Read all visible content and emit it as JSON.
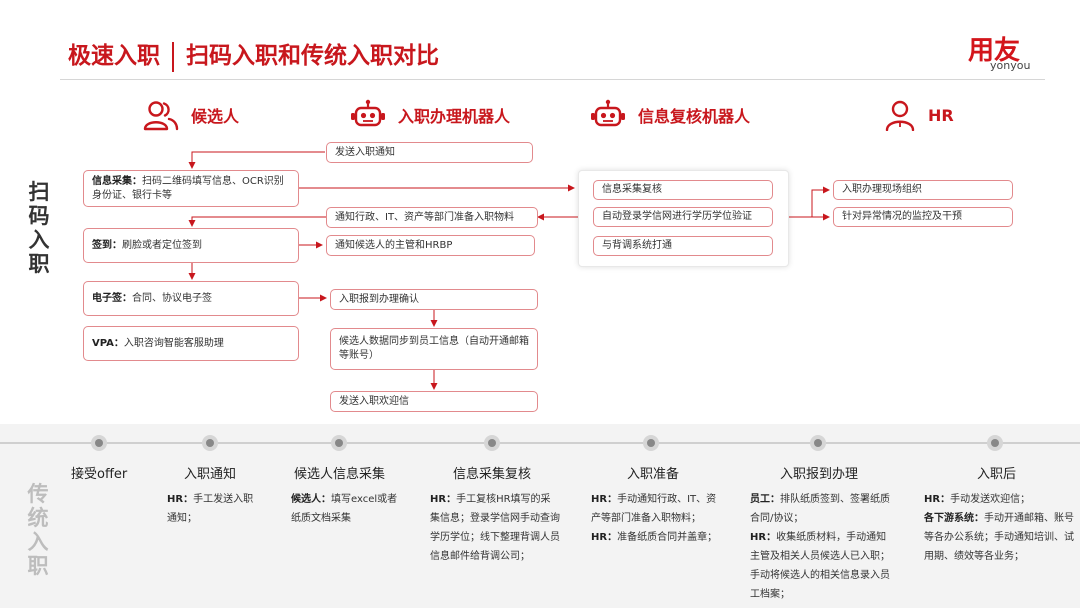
{
  "title": {
    "part1": "极速入职",
    "part2": "扫码入职和传统入职对比"
  },
  "logo": {
    "main": "用友",
    "sub": "yonyou"
  },
  "roles": [
    {
      "label": "候选人",
      "icon": "people-icon"
    },
    {
      "label": "入职办理机器人",
      "icon": "robot-icon"
    },
    {
      "label": "信息复核机器人",
      "icon": "robot-icon"
    },
    {
      "label": "HR",
      "icon": "person-icon"
    }
  ],
  "side_labels": {
    "scan": "扫码入职",
    "traditional": "传统入职"
  },
  "candidate_boxes": [
    {
      "bold": "信息采集：",
      "text": "扫码二维码填写信息、OCR识别身份证、银行卡等"
    },
    {
      "bold": "签到：",
      "text": "刷脸或者定位签到"
    },
    {
      "bold": "电子签：",
      "text": "合同、协议电子签"
    },
    {
      "bold": "VPA：",
      "text": "入职咨询智能客服助理"
    }
  ],
  "robot_boxes": [
    "发送入职通知",
    "通知行政、IT、资产等部门准备入职物料",
    "通知候选人的主管和HRBP",
    "入职报到办理确认",
    "候选人数据同步到员工信息（自动开通邮箱等账号）",
    "发送入职欢迎信"
  ],
  "review_boxes": [
    "信息采集复核",
    "自动登录学信网进行学历学位验证",
    "与背调系统打通"
  ],
  "hr_boxes": [
    "入职办理现场组织",
    "针对异常情况的监控及干预"
  ],
  "timeline": [
    {
      "title": "接受offer",
      "lines": []
    },
    {
      "title": "入职通知",
      "lines": [
        {
          "bold": "HR：",
          "text": "手工发送入职通知；"
        }
      ]
    },
    {
      "title": "候选人信息采集",
      "lines": [
        {
          "bold": "候选人：",
          "text": "填写excel或者纸质文档采集"
        }
      ]
    },
    {
      "title": "信息采集复核",
      "lines": [
        {
          "bold": "HR：",
          "text": "手工复核HR填写的采集信息；登录学信网手动查询学历学位；线下整理背调人员信息邮件给背调公司；"
        }
      ]
    },
    {
      "title": "入职准备",
      "lines": [
        {
          "bold": "HR：",
          "text": "手动通知行政、IT、资产等部门准备入职物料；"
        },
        {
          "bold": "HR：",
          "text": "准备纸质合同并盖章；"
        }
      ]
    },
    {
      "title": "入职报到办理",
      "lines": [
        {
          "bold": "员工：",
          "text": "排队纸质签到、签署纸质合同/协议；"
        },
        {
          "bold": "HR：",
          "text": "收集纸质材料，手动通知主管及相关人员候选人已入职；手动将候选人的相关信息录入员工档案；"
        }
      ]
    },
    {
      "title": "入职后",
      "lines": [
        {
          "bold": "HR：",
          "text": "手动发送欢迎信；"
        },
        {
          "bold": "各下游系统：",
          "text": "手动开通邮箱、账号等各办公系统；手动通知培训、试用期、绩效等各业务；"
        }
      ]
    }
  ],
  "colors": {
    "brand_red": "#c8171d",
    "box_border": "#e28a8d",
    "arrow": "#c8171d",
    "timeline_gray": "#cfcfcf"
  }
}
